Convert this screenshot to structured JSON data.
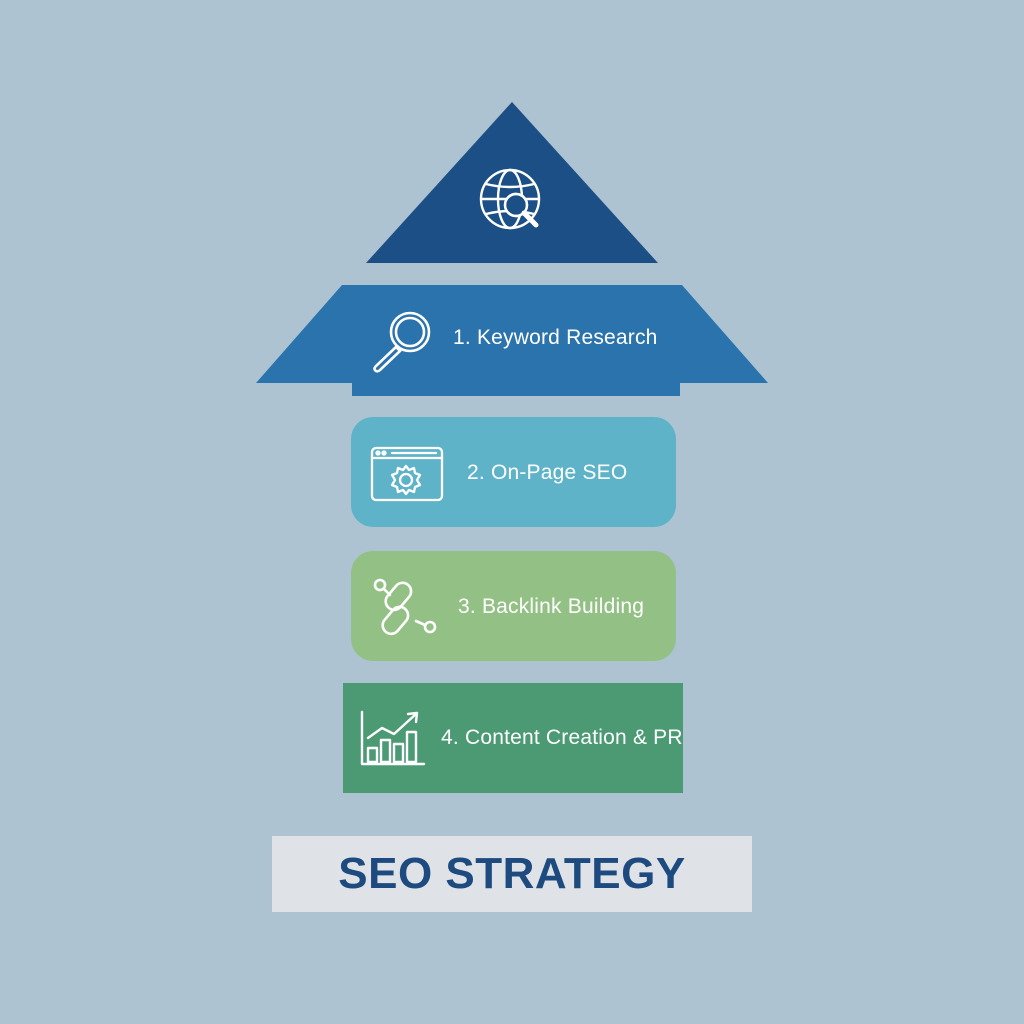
{
  "diagram": {
    "title": "SEO STRATEGY",
    "tiers": [
      {
        "label": "",
        "icon": "globe-search-icon",
        "color": "#1b4f85"
      },
      {
        "label": "1. Keyword Research",
        "icon": "magnifier-icon",
        "color": "#2b73ad"
      },
      {
        "label": "2. On-Page SEO",
        "icon": "webpage-gear-icon",
        "color": "#5fb3c8"
      },
      {
        "label": "3. Backlink Building",
        "icon": "chain-link-icon",
        "color": "#93c185"
      },
      {
        "label": "4. Content Creation & PR",
        "icon": "growth-chart-icon",
        "color": "#4b9a74"
      }
    ]
  }
}
